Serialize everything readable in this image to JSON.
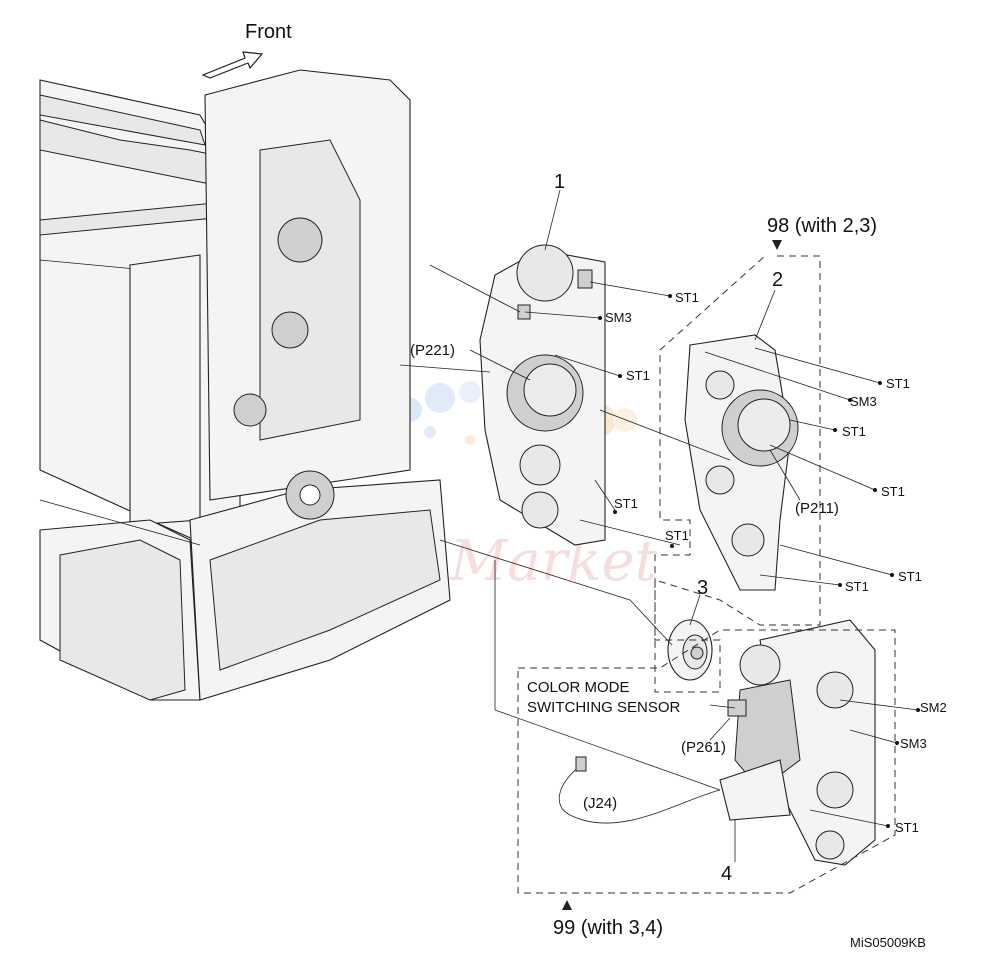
{
  "front_label": "Front",
  "part_numbers": {
    "p1": "1",
    "p2": "2",
    "p3": "3",
    "p4": "4"
  },
  "assemblies": {
    "a98": "98 (with 2,3)",
    "a99": "99 (with 3,4)"
  },
  "connectors": {
    "p221": "(P221)",
    "p211": "(P211)",
    "p261": "(P261)",
    "j24": "(J24)"
  },
  "screws": {
    "st1": "ST1",
    "sm2": "SM2",
    "sm3": "SM3"
  },
  "sensor_label": {
    "line1": "COLOR MODE",
    "line2": "SWITCHING SENSOR"
  },
  "watermark": "Ink-Market",
  "figure_code": "MiS05009KB"
}
